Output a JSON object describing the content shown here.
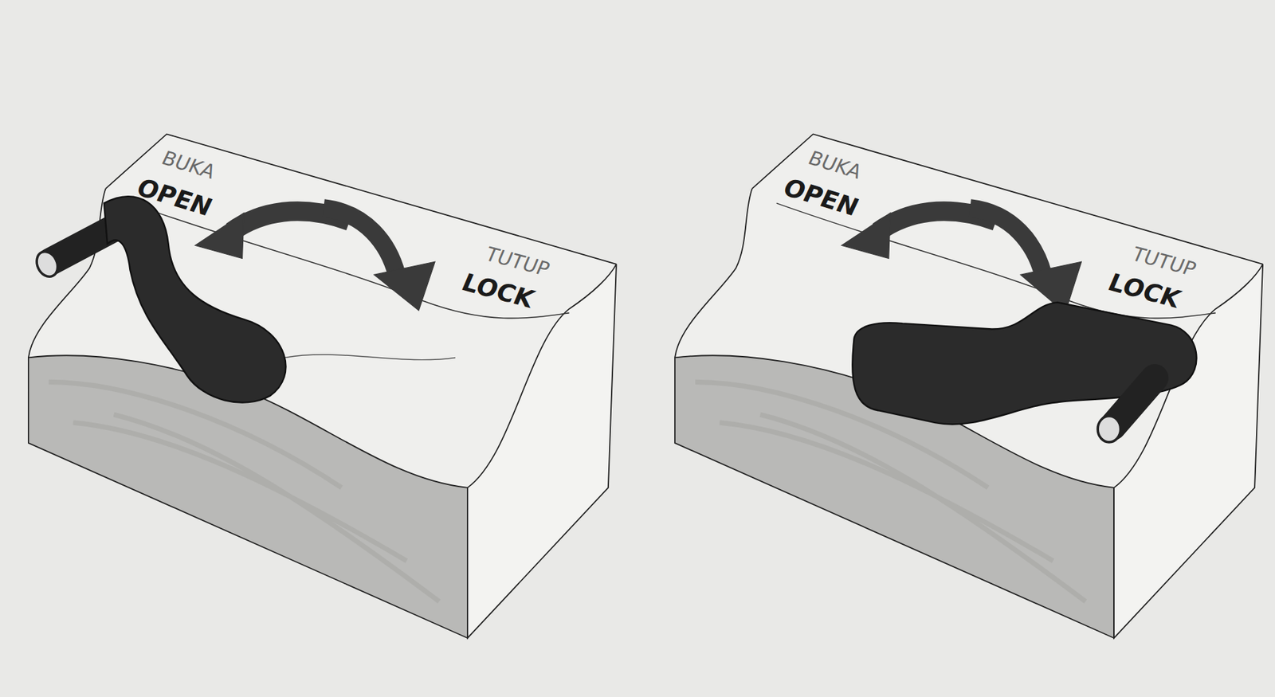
{
  "diagram": {
    "labels": [
      "BUKA",
      "OPEN",
      "TUTUP",
      "LOCK",
      "BUKA",
      "OPEN",
      "TUTUP",
      "LOCK"
    ]
  }
}
